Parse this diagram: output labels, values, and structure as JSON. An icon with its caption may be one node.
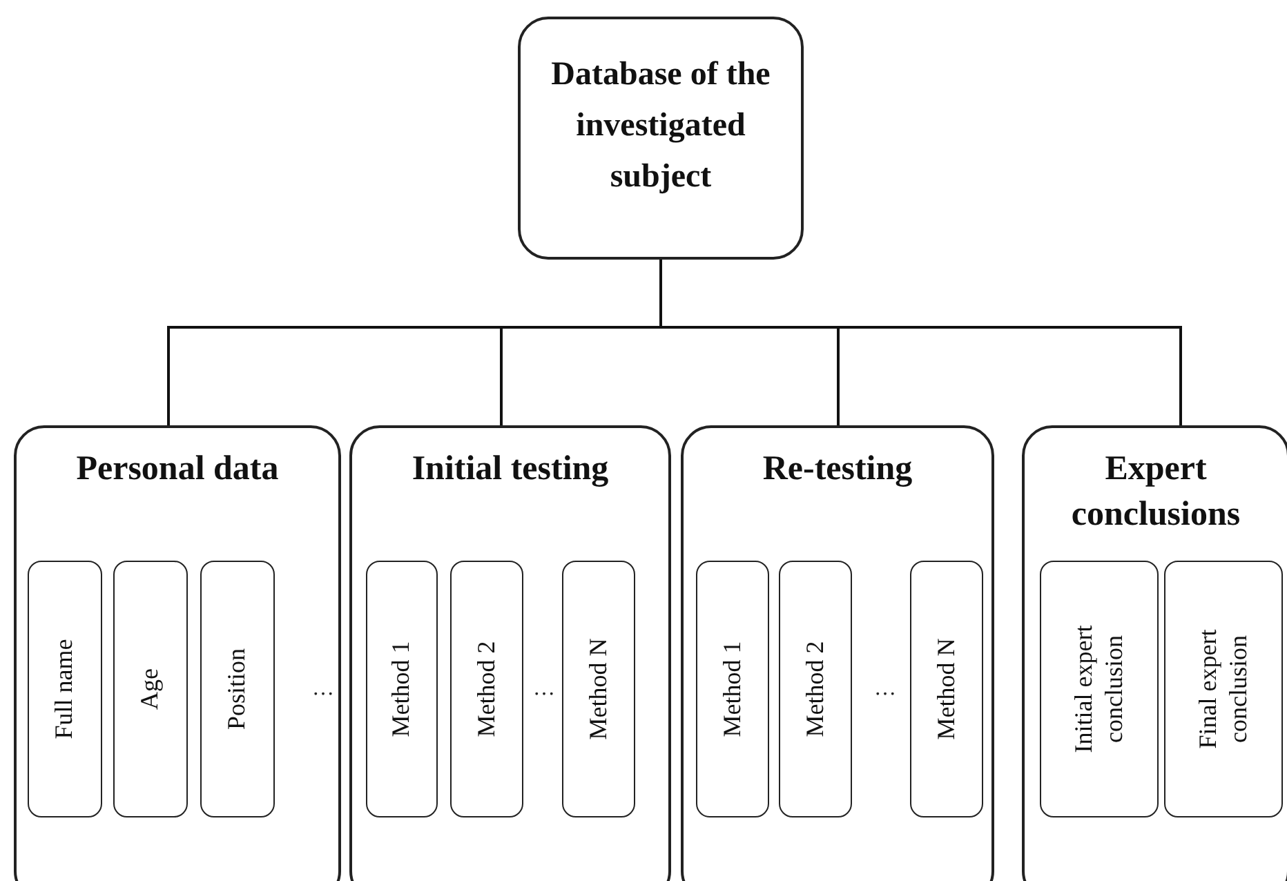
{
  "diagram": {
    "nodes": [
      {
        "text": [
          "Database of the investigated subject"
        ]
      },
      {
        "text": [
          "Personal data"
        ]
      },
      {
        "text": [
          "Full name"
        ],
        "in": 1
      },
      {
        "text": [
          "Age"
        ],
        "in": 1
      },
      {
        "text": [
          "Position"
        ],
        "in": 1
      },
      {
        "text": [
          "Initial testing"
        ]
      },
      {
        "text": [
          "Method 1"
        ],
        "in": 5
      },
      {
        "text": [
          "Method 2"
        ],
        "in": 5
      },
      {
        "text": [
          "Method N"
        ],
        "in": 5
      },
      {
        "text": [
          "Re-testing"
        ]
      },
      {
        "text": [
          "Method 1"
        ],
        "in": 9
      },
      {
        "text": [
          "Method 2"
        ],
        "in": 9
      },
      {
        "text": [
          "Method N"
        ],
        "in": 9
      },
      {
        "text": [
          "Expert conclusions"
        ]
      },
      {
        "text": [
          "Initial expert conclusion"
        ],
        "in": 13
      },
      {
        "text": [
          "Final expert conclusion"
        ],
        "in": 13
      }
    ],
    "edges": [
      {
        "from": 0,
        "to": 1,
        "arrow": "none"
      },
      {
        "from": 0,
        "to": 5,
        "arrow": "none"
      },
      {
        "from": 0,
        "to": 9,
        "arrow": "none"
      },
      {
        "from": 0,
        "to": 13,
        "arrow": "none"
      }
    ],
    "labels": [
      "…",
      "…",
      "…"
    ]
  }
}
